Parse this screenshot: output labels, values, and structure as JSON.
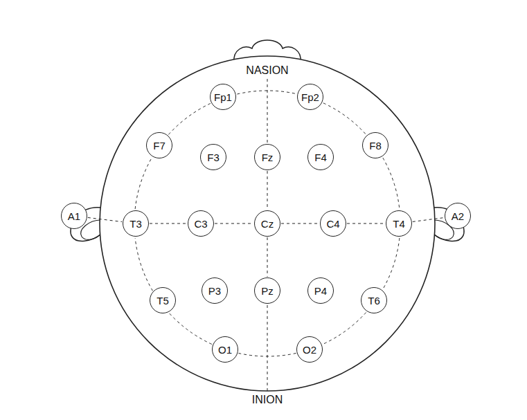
{
  "diagram": {
    "nodes": [
      {
        "text": [
          "Fp1"
        ]
      },
      {
        "text": [
          "Fp2"
        ]
      },
      {
        "text": [
          "F7"
        ]
      },
      {
        "text": [
          "F3"
        ]
      },
      {
        "text": [
          "Fz"
        ]
      },
      {
        "text": [
          "F4"
        ]
      },
      {
        "text": [
          "F8"
        ]
      },
      {
        "text": [
          "A1"
        ]
      },
      {
        "text": [
          "T3"
        ]
      },
      {
        "text": [
          "C3"
        ]
      },
      {
        "text": [
          "Cz"
        ]
      },
      {
        "text": [
          "C4"
        ]
      },
      {
        "text": [
          "T4"
        ]
      },
      {
        "text": [
          "A2"
        ]
      },
      {
        "text": [
          "T5"
        ]
      },
      {
        "text": [
          "P3"
        ]
      },
      {
        "text": [
          "Pz"
        ]
      },
      {
        "text": [
          "P4"
        ]
      },
      {
        "text": [
          "T6"
        ]
      },
      {
        "text": [
          "O1"
        ]
      },
      {
        "text": [
          "O2"
        ]
      }
    ],
    "edges": [
      {
        "from": 0,
        "to": 1,
        "arrow": "none"
      },
      {
        "from": 1,
        "to": 6,
        "arrow": "none"
      },
      {
        "from": 6,
        "to": 12,
        "arrow": "none"
      },
      {
        "from": 12,
        "to": 18,
        "arrow": "none"
      },
      {
        "from": 18,
        "to": 20,
        "arrow": "none"
      },
      {
        "from": 20,
        "to": 19,
        "arrow": "none"
      },
      {
        "from": 19,
        "to": 14,
        "arrow": "none"
      },
      {
        "from": 14,
        "to": 8,
        "arrow": "none"
      },
      {
        "from": 8,
        "to": 2,
        "arrow": "none"
      },
      {
        "from": 2,
        "to": 0,
        "arrow": "none"
      },
      {
        "from": 7,
        "to": 8,
        "arrow": "none"
      },
      {
        "from": 8,
        "to": 9,
        "arrow": "none"
      },
      {
        "from": 9,
        "to": 10,
        "arrow": "none"
      },
      {
        "from": 10,
        "to": 11,
        "arrow": "none"
      },
      {
        "from": 11,
        "to": 12,
        "arrow": "none"
      },
      {
        "from": 12,
        "to": 13,
        "arrow": "none"
      },
      {
        "from": 4,
        "to": 10,
        "arrow": "none"
      },
      {
        "from": 10,
        "to": 16,
        "arrow": "none"
      }
    ],
    "labels": [
      "NASION",
      "INION"
    ]
  }
}
